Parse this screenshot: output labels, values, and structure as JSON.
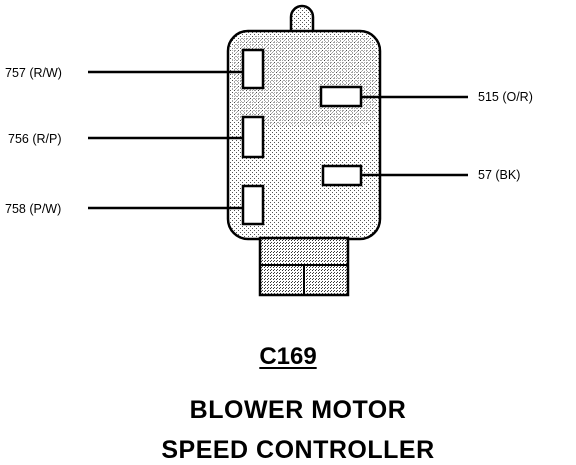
{
  "connector": {
    "id": "C169",
    "title_line_1": "BLOWER MOTOR",
    "title_line_2": "SPEED CONTROLLER"
  },
  "wires": [
    {
      "label": "757 (R/W)",
      "side": "left"
    },
    {
      "label": "756 (R/P)",
      "side": "left"
    },
    {
      "label": "758 (P/W)",
      "side": "left"
    },
    {
      "label": "515 (O/R)",
      "side": "right"
    },
    {
      "label": "57 (BK)",
      "side": "right"
    }
  ]
}
